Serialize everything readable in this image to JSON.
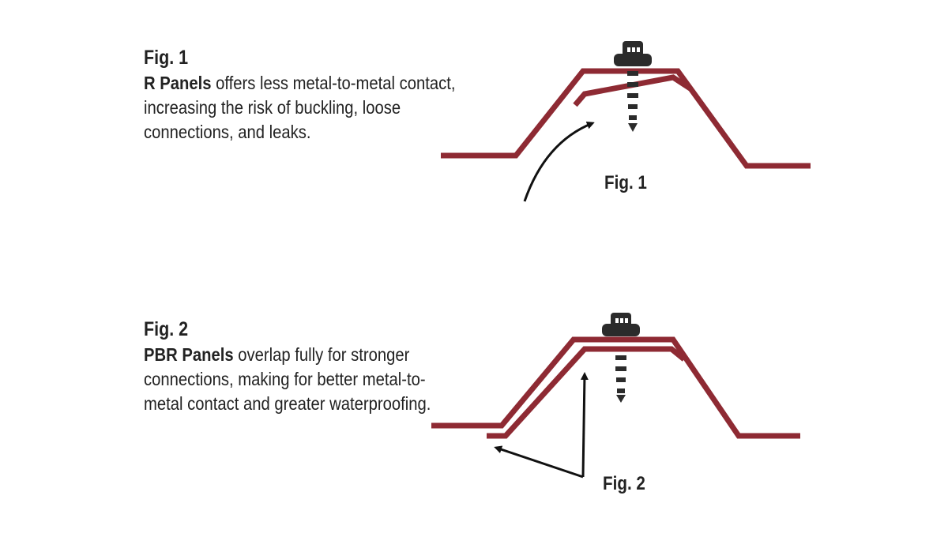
{
  "fig1": {
    "heading": "Fig. 1",
    "bold_term": "R Panels",
    "description": " offers less metal-to-metal contact, increasing the risk of buckling, loose connections, and leaks.",
    "caption": "Fig. 1"
  },
  "fig2": {
    "heading": "Fig. 2",
    "bold_term": "PBR Panels",
    "description": " overlap fully for stronger connections, making for better metal-to-metal contact and greater waterproofing.",
    "caption": "Fig. 2"
  },
  "colors": {
    "panel": "#8e2a33",
    "screw": "#2b2b2b",
    "text": "#222222",
    "arrow": "#111111"
  }
}
